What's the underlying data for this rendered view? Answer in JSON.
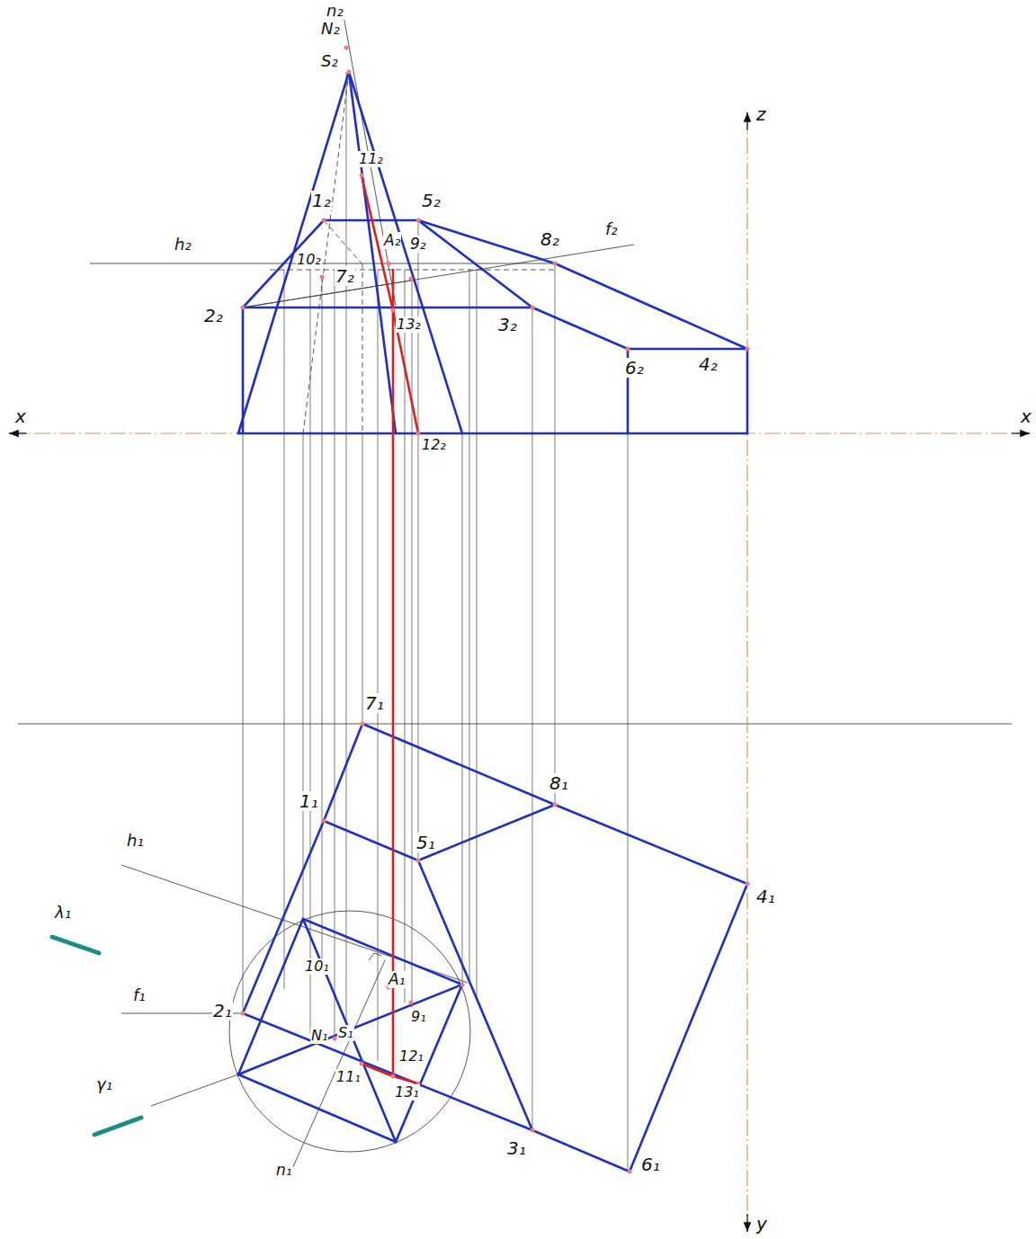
{
  "diagram": {
    "labels": [
      "n₂",
      "N₂",
      "S₂",
      "11₂",
      "1₂",
      "5₂",
      "A₂",
      "9₂",
      "8₂",
      "f₂",
      "h₂",
      "10₂",
      "7₂",
      "2₂",
      "13₂",
      "3₂",
      "6₂",
      "4₂",
      "12₂",
      "x",
      "x",
      "z",
      "7₁",
      "1₁",
      "8₁",
      "5₁",
      "h₁",
      "4₁",
      "λ₁",
      "10₁",
      "A₁",
      "f₁",
      "2₁",
      "9₁",
      "N₁",
      "S₁",
      "11₁",
      "12₁",
      "13₁",
      "γ₁",
      "n₁",
      "3₁",
      "6₁",
      "y"
    ]
  }
}
